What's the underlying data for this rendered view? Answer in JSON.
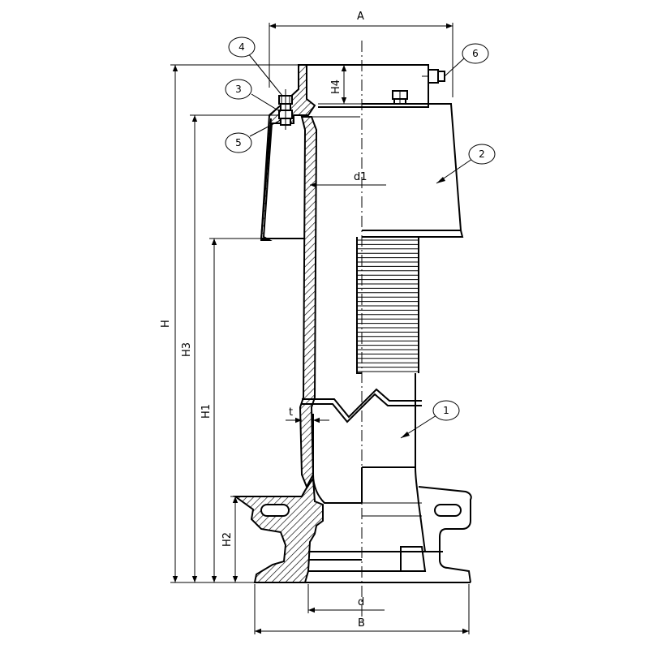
{
  "dimensions": {
    "A": "A",
    "B": "B",
    "H": "H",
    "H1": "H1",
    "H2": "H2",
    "H3": "H3",
    "H4": "H4",
    "d": "d",
    "d1": "d1",
    "t": "t"
  },
  "callouts": [
    {
      "id": "1",
      "label": "1"
    },
    {
      "id": "2",
      "label": "2"
    },
    {
      "id": "3",
      "label": "3"
    },
    {
      "id": "4",
      "label": "4"
    },
    {
      "id": "5",
      "label": "5"
    },
    {
      "id": "6",
      "label": "6"
    }
  ]
}
